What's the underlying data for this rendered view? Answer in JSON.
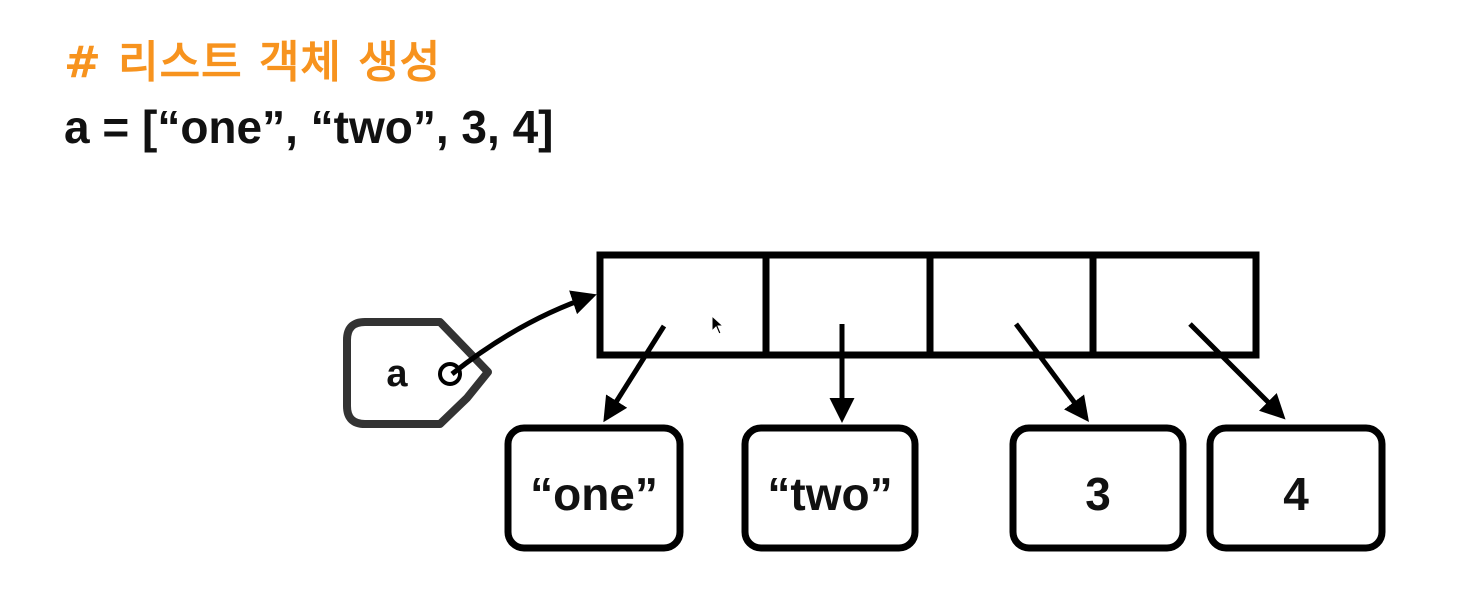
{
  "title": "# 리스트 객체 생성",
  "code": "a = [“one”, “two”, 3, 4]",
  "variable": {
    "name": "a"
  },
  "list_slots": 4,
  "elements": [
    {
      "label": "“one”"
    },
    {
      "label": "“two”"
    },
    {
      "label": "3"
    },
    {
      "label": "4"
    }
  ],
  "colors": {
    "title": "#F7931E",
    "text": "#111111",
    "stroke": "#000000",
    "tag_stroke": "#333333"
  }
}
